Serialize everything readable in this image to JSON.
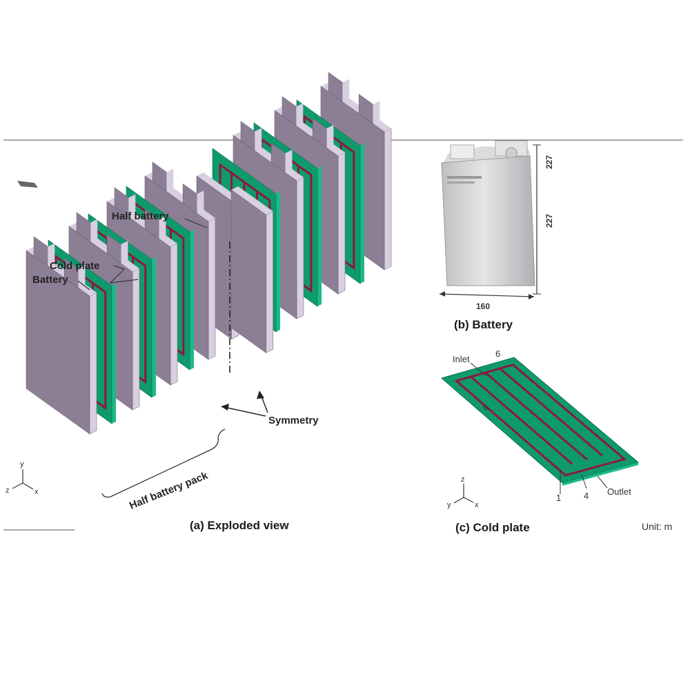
{
  "panel_a": {
    "labels": {
      "half_battery": "Half battery",
      "cold_plate": "Cold plate",
      "battery": "Battery",
      "symmetry": "Symmetry",
      "half_battery_pack": "Half battery pack"
    },
    "caption": "(a) Exploded view",
    "axes": {
      "y": "y",
      "z": "z",
      "x": "x"
    }
  },
  "panel_b": {
    "caption": "(b) Battery",
    "dims": {
      "top": "227",
      "side": "227",
      "width": "160"
    }
  },
  "panel_c": {
    "caption": "(c) Cold plate",
    "labels": {
      "inlet": "Inlet",
      "outlet": "Outlet"
    },
    "dims": {
      "d1": "6",
      "d2": "6",
      "d3": "1",
      "d4": "4"
    },
    "axes": {
      "z": "z",
      "y": "y",
      "x": "x"
    }
  },
  "unit": "Unit: m",
  "colors": {
    "battery_face": "#8c7f95",
    "battery_side": "#d8cfe0",
    "plate_face": "#0f9a6e",
    "plate_side": "#1db98a",
    "channel": "#8b1a3a"
  }
}
